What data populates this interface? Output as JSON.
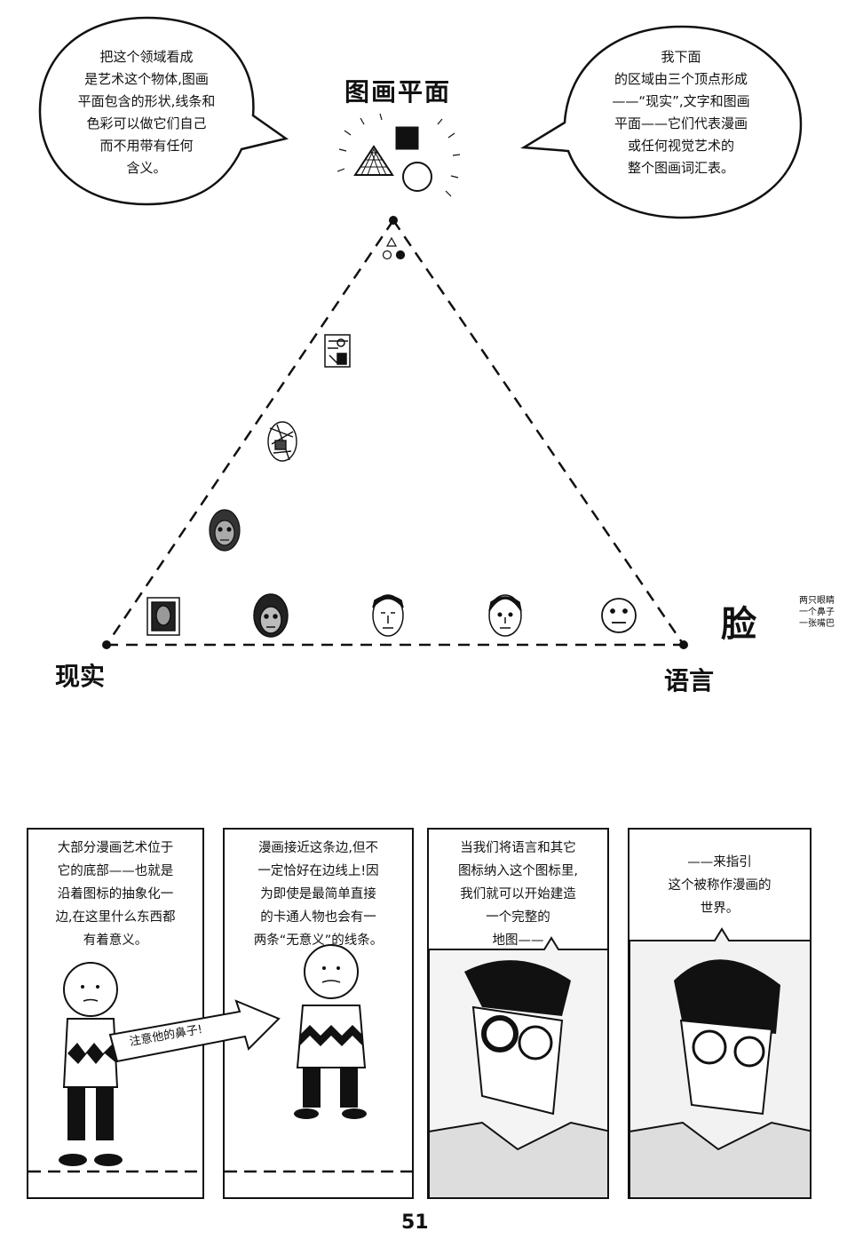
{
  "diagram": {
    "title": "图画平面",
    "vertex_left": "现实",
    "vertex_right": "语言",
    "face_label": "脸",
    "face_note": "两只眼睛\n一个鼻子\n一张嘴巴"
  },
  "bubbles": {
    "left": "把这个领域看成\n是艺术这个物体,图画\n平面包含的形状,线条和\n色彩可以做它们自己\n而不用带有任何\n含义。",
    "right": "我下面\n的区域由三个顶点形成\n——“现实”,文字和图画\n平面——它们代表漫画\n或任何视觉艺术的\n整个图画词汇表。"
  },
  "panels": [
    {
      "text": "大部分漫画艺术位于\n它的底部——也就是\n沿着图标的抽象化一\n边,在这里什么东西都\n有着意义。"
    },
    {
      "text": "漫画接近这条边,但不\n一定恰好在边线上!因\n为即使是最简单直接\n的卡通人物也会有一\n两条“无意义”的线条。",
      "arrow_label": "注意他的鼻子!"
    },
    {
      "text": "当我们将语言和其它\n图标纳入这个图标里,\n我们就可以开始建造\n一个完整的\n地图——"
    },
    {
      "text": "——来指引\n这个被称作漫画的\n世界。"
    }
  ],
  "page_number": "51"
}
